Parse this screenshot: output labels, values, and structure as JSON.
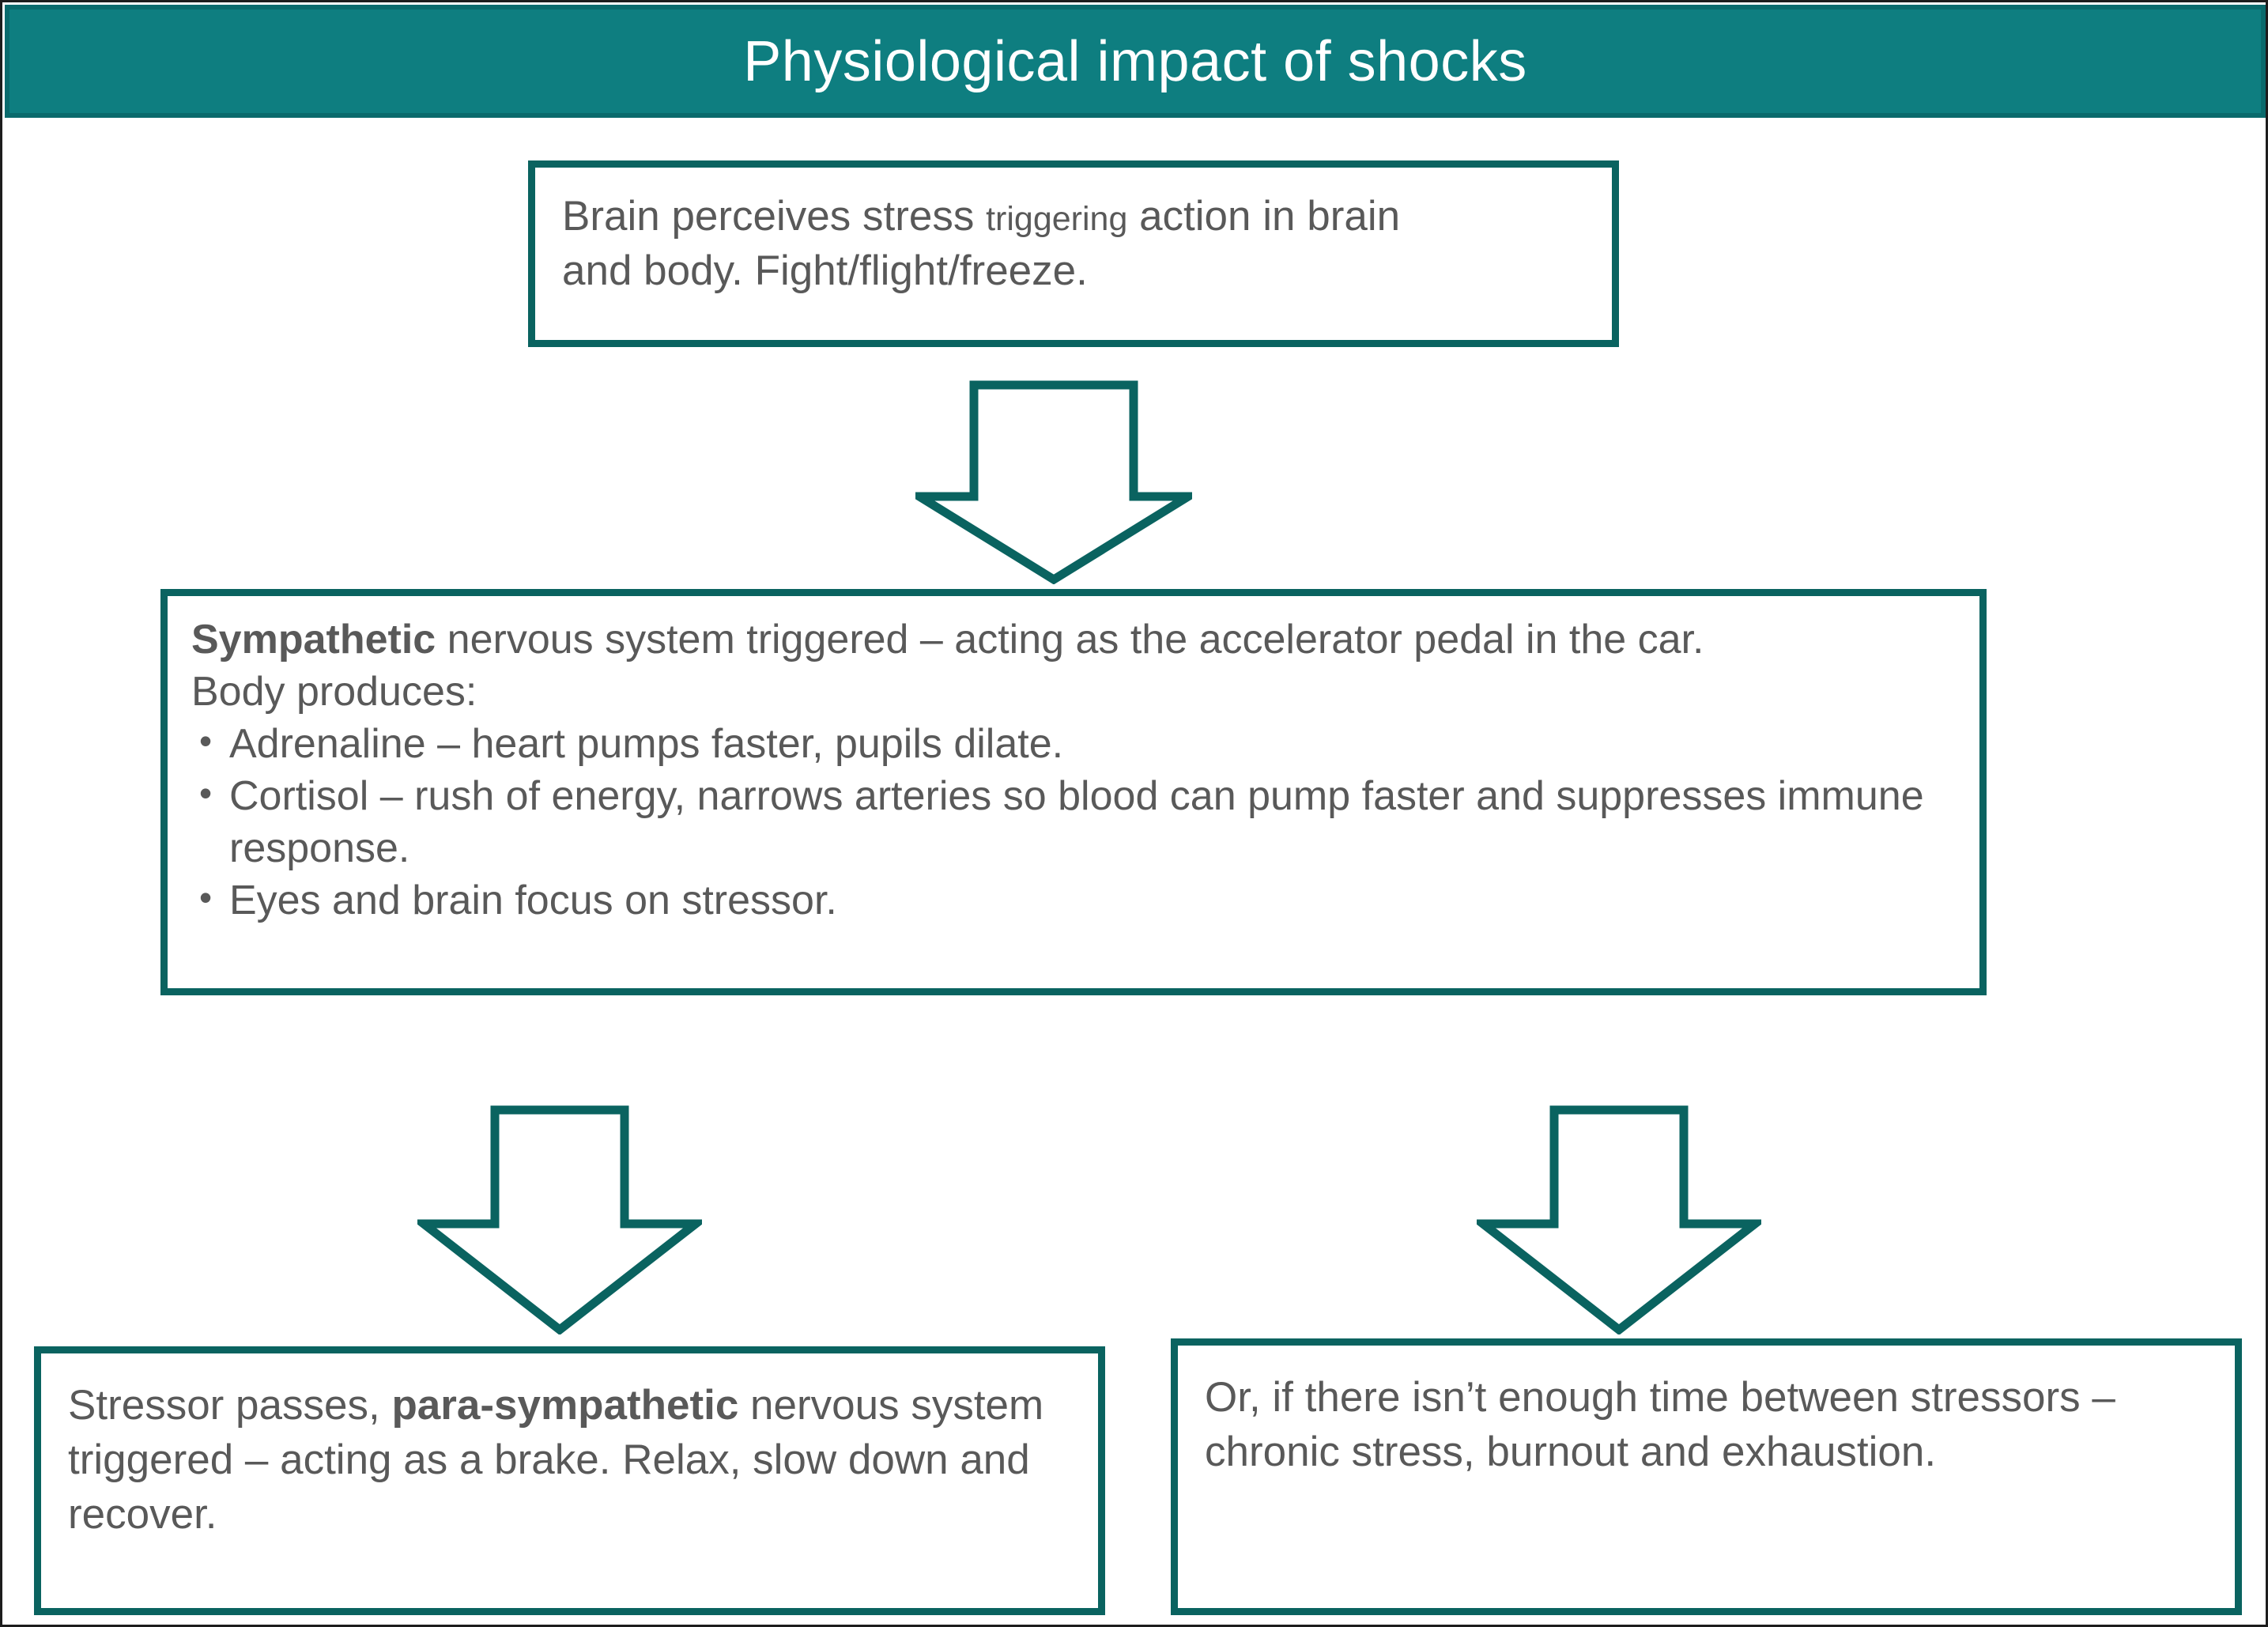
{
  "title": {
    "text": "Physiological impact of shocks"
  },
  "colors": {
    "title_bar_fill": "#0e7e80",
    "title_bar_border": "#0a6a6c",
    "box_border": "#0a6360",
    "arrow_stroke": "#0a6360",
    "arrow_fill": "#ffffff",
    "text": "#595959",
    "page_border": "#1d1d1d",
    "title_text": "#ffffff"
  },
  "boxes": {
    "brain": {
      "line1_a": "Brain perceives stress ",
      "line1_small": "triggering",
      "line1_b": " action in brain",
      "line2": "and body.  Fight/flight/freeze."
    },
    "sympathetic": {
      "lead_bold": "Sympathetic",
      "lead_rest": " nervous system triggered – acting as the accelerator pedal in the car.",
      "line2": "Body produces:",
      "bullets": [
        "Adrenaline – heart pumps faster, pupils dilate.",
        "Cortisol – rush of energy, narrows arteries so blood can pump faster and suppresses immune response.",
        "Eyes and brain focus on stressor."
      ]
    },
    "parasympathetic": {
      "part_a": "Stressor passes, ",
      "part_bold": "para-sympathetic",
      "part_b": " nervous system triggered – acting as a brake. Relax, slow down and recover."
    },
    "chronic": {
      "text": "Or, if there isn’t enough time between stressors – chronic stress, burnout and exhaustion."
    }
  },
  "arrows": {
    "top": "down-arrow-icon",
    "left": "down-arrow-icon",
    "right": "down-arrow-icon"
  }
}
